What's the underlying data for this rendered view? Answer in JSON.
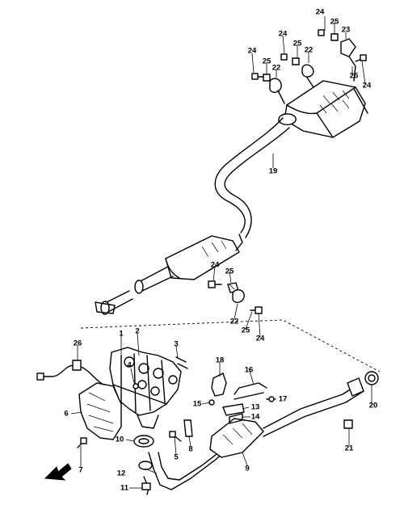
{
  "diagram": {
    "callouts": [
      "1",
      "2",
      "3",
      "4",
      "5",
      "6",
      "7",
      "8",
      "9",
      "10",
      "11",
      "12",
      "13",
      "14",
      "15",
      "16",
      "17",
      "18",
      "19",
      "20",
      "21",
      "22",
      "23",
      "24",
      "25",
      "26"
    ]
  },
  "colors": {
    "ink": "#000000",
    "paper": "#ffffff"
  },
  "icons": {
    "direction": "front-direction-arrow-icon"
  }
}
